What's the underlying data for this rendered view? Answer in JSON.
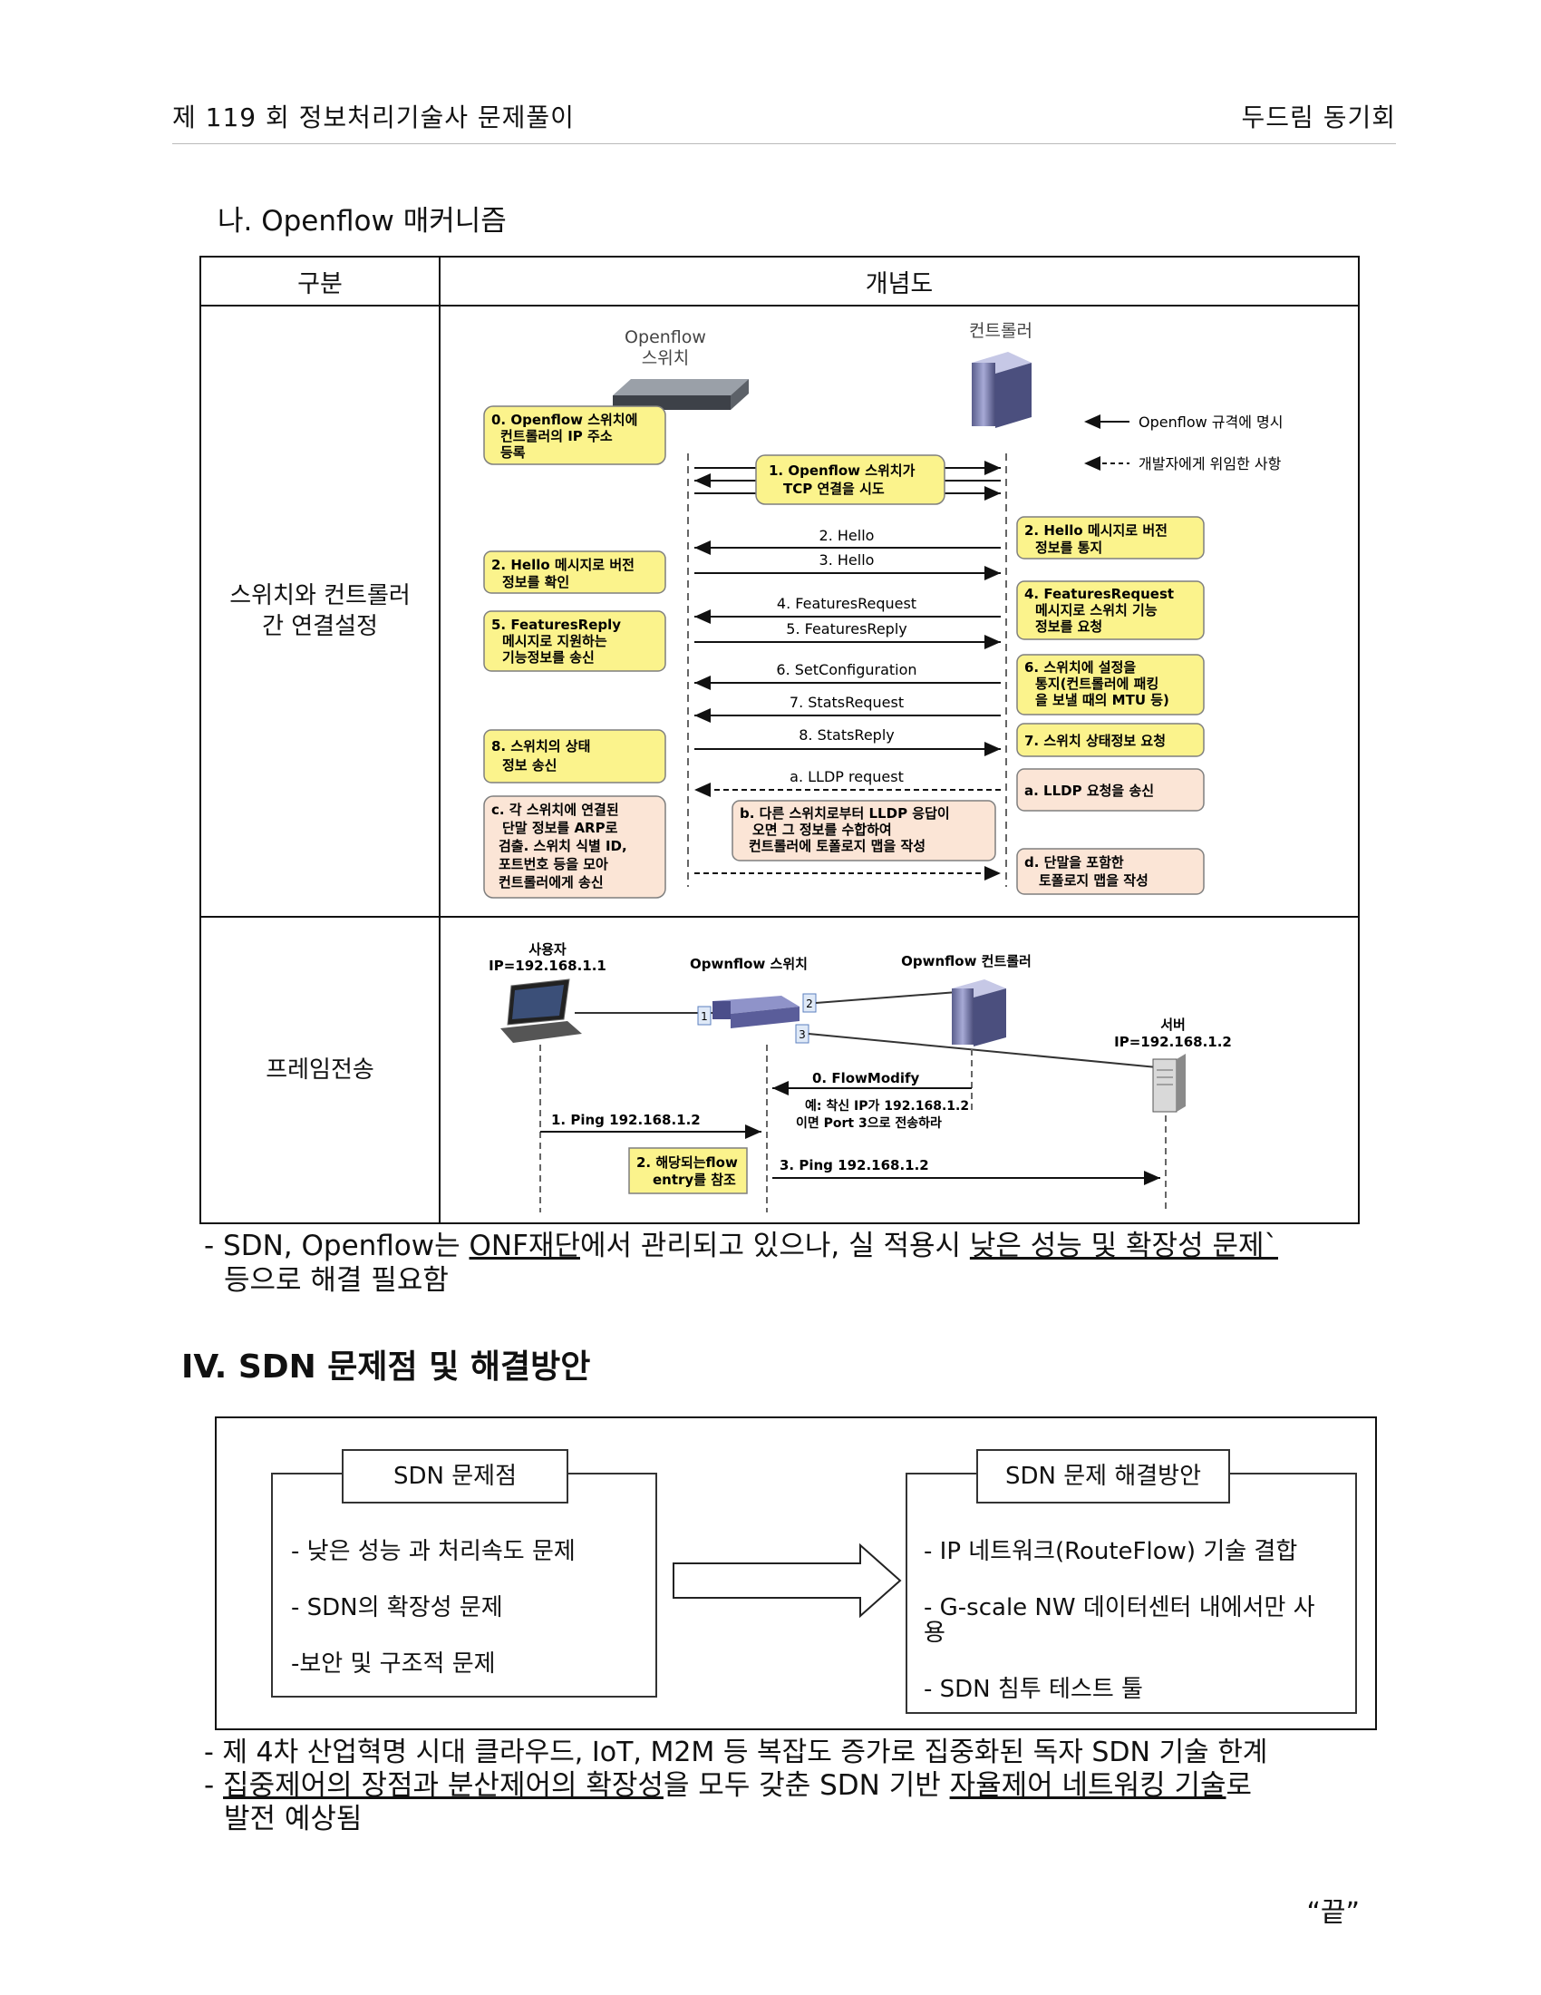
{
  "header": {
    "left": "제 119 회  정보처리기술사  문제풀이",
    "right": "두드림  동기회"
  },
  "section_title": "나. Openflow 매커니즘",
  "table": {
    "col1": "구분",
    "col2": "개념도",
    "row1_label": "스위치와 컨트롤러\n간 연결설정",
    "row2_label": "프레임전송"
  },
  "diagram1": {
    "switch_label": [
      "Openflow",
      "스위치"
    ],
    "controller_label": "컨트롤러",
    "legend_solid": "Openflow 규격에 명시",
    "legend_dashed": "개발자에게 위임한 사항",
    "callouts": {
      "c0": [
        "0. Openflow 스위치에",
        "컨트롤러의 IP 주소",
        "등록"
      ],
      "c1": [
        "1. Openflow 스위치가",
        "TCP 연결을 시도"
      ],
      "c2r": [
        "2. Hello 메시지로 버전",
        "정보를 통지"
      ],
      "c2l": [
        "2. Hello 메시지로 버전",
        "정보를 확인"
      ],
      "c4": [
        "4. FeaturesRequest",
        "메시지로 스위치 기능",
        "정보를 요청"
      ],
      "c5": [
        "5. FeaturesReply",
        "메시지로 지원하는",
        "기능정보를 송신"
      ],
      "c6": [
        "6. 스위치에 설정을",
        "통지(컨트롤러에 패킹",
        "을 보낼 때의 MTU 등)"
      ],
      "c7": [
        "7. 스위치 상태정보 요청"
      ],
      "c8": [
        "8. 스위치의 상태",
        "정보 송신"
      ],
      "ca": [
        "a. LLDP 요청을 송신"
      ],
      "cb": [
        "b. 다른 스위치로부터 LLDP 응답이",
        "오면 그 정보를 수합하여",
        "컨트롤러에 토폴로지 맵을 작성"
      ],
      "cc": [
        "c. 각 스위치에 연결된",
        "단말 정보를 ARP로",
        "검출. 스위치 식별 ID,",
        "포트번호 등을 모아",
        "컨트롤러에게 송신"
      ],
      "cd": [
        "d. 단말을 포함한",
        "토폴로지 맵을 작성"
      ]
    },
    "messages": {
      "m2": "2. Hello",
      "m3": "3. Hello",
      "m4": "4. FeaturesRequest",
      "m5": "5. FeaturesReply",
      "m6": "6. SetConfiguration",
      "m7": "7. StatsRequest",
      "m8": "8. StatsReply",
      "ma": "a. LLDP request"
    }
  },
  "diagram2": {
    "user": [
      "사용자",
      "IP=192.168.1.1"
    ],
    "switch": "Opwnflow 스위치",
    "controller": "Opwnflow 컨트롤러",
    "server": [
      "서버",
      "IP=192.168.1.2"
    ],
    "ports": [
      "1",
      "2",
      "3"
    ],
    "flowmodify": "0. FlowModify",
    "flow_note": [
      "예: 착신 IP가 192.168.1.2",
      "이면 Port 3으로 전송하라"
    ],
    "ping1": "1. Ping 192.168.1.2",
    "ping3": "3. Ping 192.168.1.2",
    "entry_note": [
      "2. 해당되는flow",
      "entry를 참조"
    ]
  },
  "note1": {
    "p1": "- SDN, Openflow는 ",
    "u1": "ONF재단",
    "p2": "에서 관리되고 있으나, 실 적용시 ",
    "u2": "낮은 성능 및 확장성 문제`",
    "line2": "등으로 해결 필요함"
  },
  "section4_title": "IV. SDN 문제점 및 해결방안",
  "problems": {
    "title": "SDN 문제점",
    "items": [
      "- 낮은 성능 과 처리속도 문제",
      "- SDN의 확장성 문제",
      "-보안 및 구조적 문제"
    ]
  },
  "solutions": {
    "title": "SDN  문제 해결방안",
    "items": [
      "- IP 네트워크(RouteFlow) 기술 결합",
      "- G-scale NW 데이터센터 내에서만 사",
      "용",
      "- SDN 침투 테스트 툴"
    ]
  },
  "footer": {
    "line1": "- 제 4차 산업혁명 시대 클라우드, IoT, M2M 등 복잡도 증가로 집중화된 독자 SDN 기술 한계",
    "l2_pre": "- ",
    "l2_u1": "집중제어의 장점과 분산제어의 확장성",
    "l2_mid": "을 모두 갖춘 SDN 기반 ",
    "l2_u2": "자율제어 네트워킹 기술",
    "l2_post": "로",
    "line3": "발전 예상됨"
  },
  "end_mark": "“끝”",
  "colors": {
    "callout_fill": "#fbf38c",
    "callout_pink": "#fbe5d6",
    "callout_border": "#7f7f7f"
  }
}
